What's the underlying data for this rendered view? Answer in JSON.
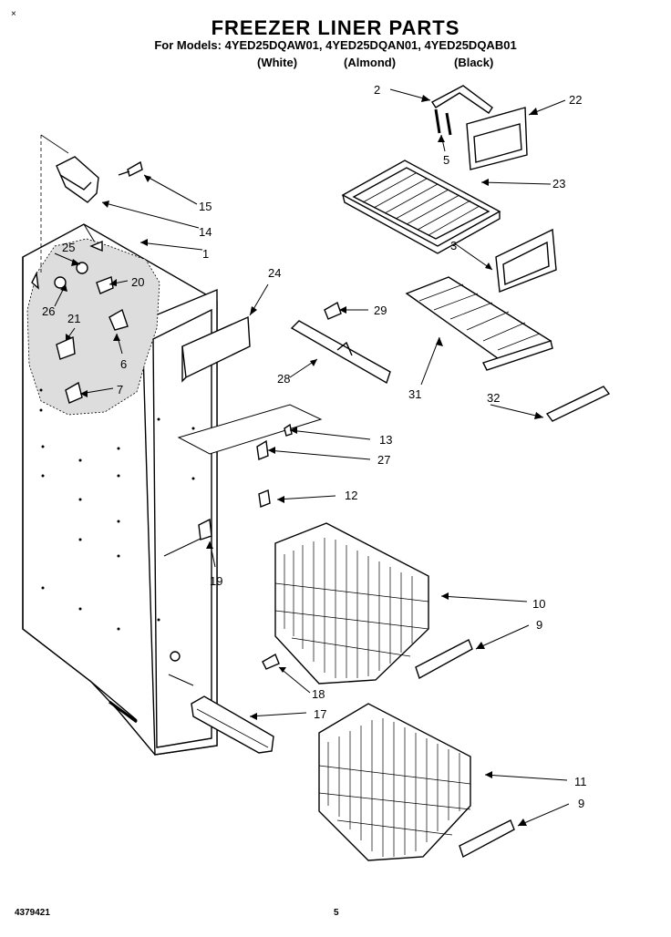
{
  "title": "FREEZER LINER PARTS",
  "models_line": "For Models: 4YED25DQAW01, 4YED25DQAN01, 4YED25DQAB01",
  "colors": [
    "(White)",
    "(Almond)",
    "(Black)"
  ],
  "footer": {
    "part_number": "4379421",
    "page": "5"
  },
  "corner_mark": "×",
  "callouts": {
    "c2": "2",
    "c22": "22",
    "c5": "5",
    "c23": "23",
    "c15": "15",
    "c14": "14",
    "c1": "1",
    "c25": "25",
    "c20": "20",
    "c26": "26",
    "c24": "24",
    "c3": "3",
    "c29": "29",
    "c21": "21",
    "c6": "6",
    "c28": "28",
    "c7": "7",
    "c31": "31",
    "c32": "32",
    "c13": "13",
    "c27": "27",
    "c12": "12",
    "c19": "19",
    "c10": "10",
    "c9a": "9",
    "c18": "18",
    "c17": "17",
    "c11": "11",
    "c9b": "9"
  }
}
